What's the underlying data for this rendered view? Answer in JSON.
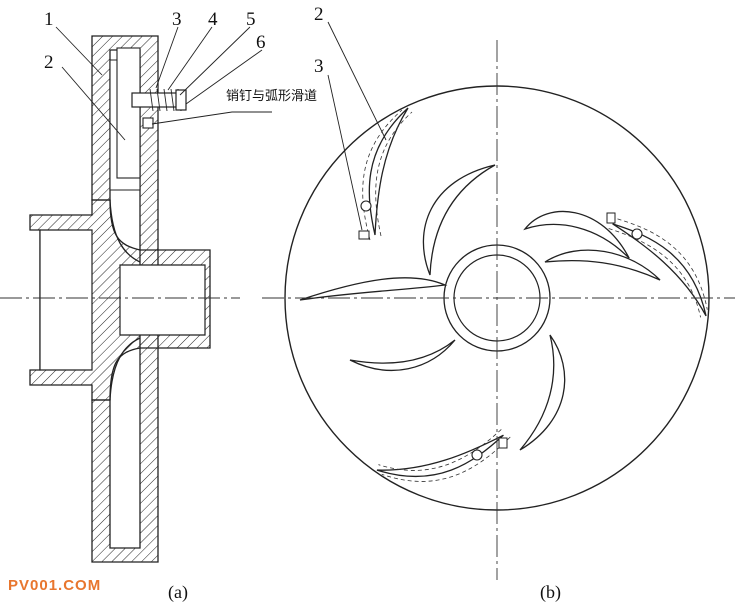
{
  "figure": {
    "left_view": {
      "labels": [
        "1",
        "2",
        "3",
        "4",
        "5",
        "6"
      ],
      "annotation": "销钉与弧形滑道",
      "caption": "(a)"
    },
    "right_view": {
      "labels": [
        "2",
        "3"
      ],
      "caption": "(b)"
    }
  },
  "watermark": "PV001.COM",
  "colors": {
    "line": "#222222",
    "watermark": "#e8762e",
    "background": "#ffffff"
  }
}
